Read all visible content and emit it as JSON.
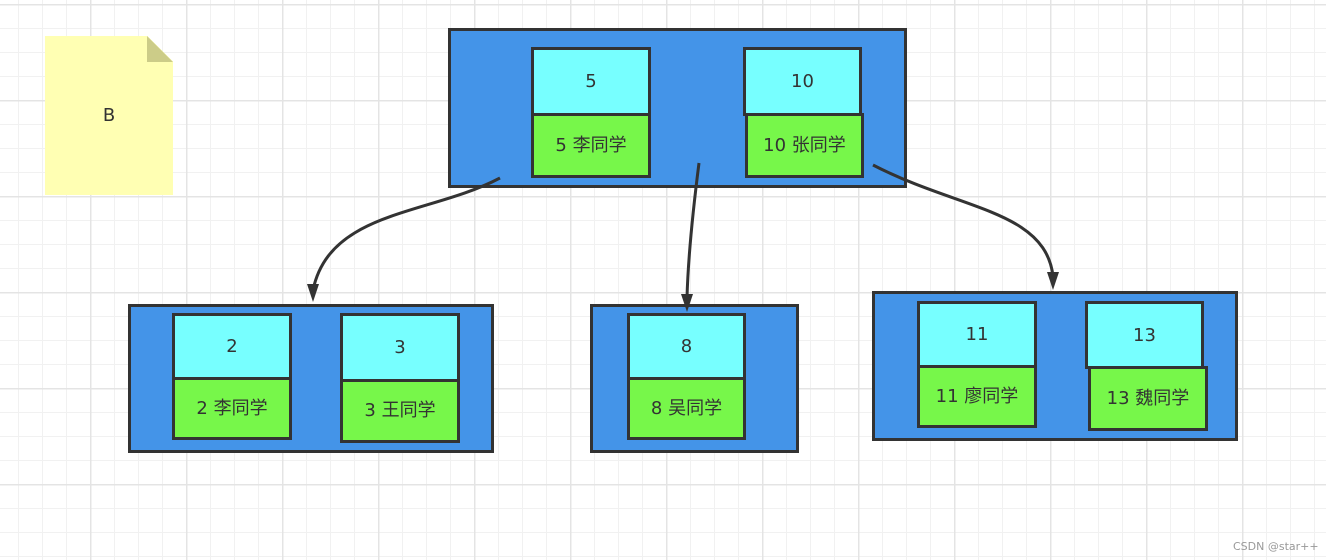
{
  "note": {
    "label": "B"
  },
  "root": {
    "keys": [
      {
        "key": "5",
        "value": "5  李同学"
      },
      {
        "key": "10",
        "value": "10  张同学"
      }
    ]
  },
  "left": {
    "keys": [
      {
        "key": "2",
        "value": "2 李同学"
      },
      {
        "key": "3",
        "value": "3 王同学"
      }
    ]
  },
  "middle": {
    "keys": [
      {
        "key": "8",
        "value": "8 吴同学"
      }
    ]
  },
  "right": {
    "keys": [
      {
        "key": "11",
        "value": "11 廖同学"
      },
      {
        "key": "13",
        "value": "13 魏同学"
      }
    ]
  },
  "watermark": "CSDN @star++",
  "colors": {
    "node": "#4494e8",
    "key": "#77ffff",
    "value": "#77f74a",
    "note": "#ffffb3"
  }
}
